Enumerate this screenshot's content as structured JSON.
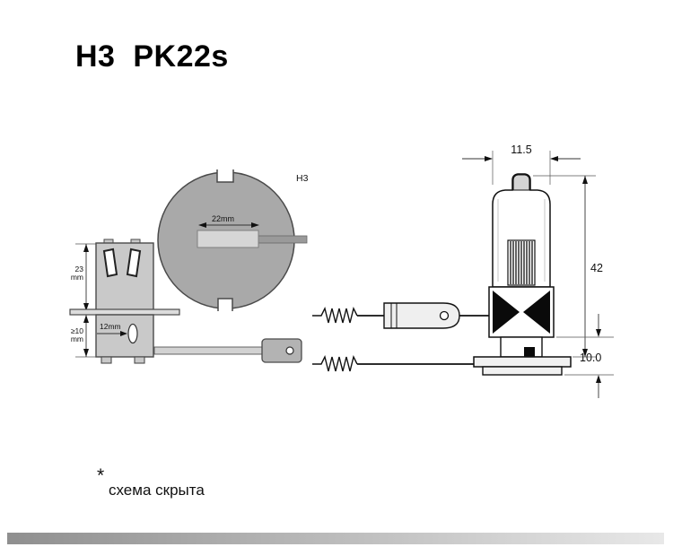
{
  "title": "H3  PK22s",
  "footnote": {
    "marker": "*",
    "text": "схема скрыта"
  },
  "diagram": {
    "top_view": {
      "part_label": "H3",
      "tube_width_label": "22mm"
    },
    "front_view": {
      "height_value": "23",
      "height_unit": "mm",
      "clearance_value": "≥10",
      "clearance_unit": "mm",
      "slot_width_label": "12mm"
    },
    "side_view": {
      "bulb_diameter_label": "11.5",
      "overall_length_label": "42",
      "base_length_label": "10.0"
    }
  },
  "colors": {
    "ink": "#111111",
    "metal_gray": "#a9a9a9",
    "panel_gray": "#c9c9c9",
    "bar_dark": "#8f8f8f",
    "bar_light": "#e8e8e8"
  }
}
